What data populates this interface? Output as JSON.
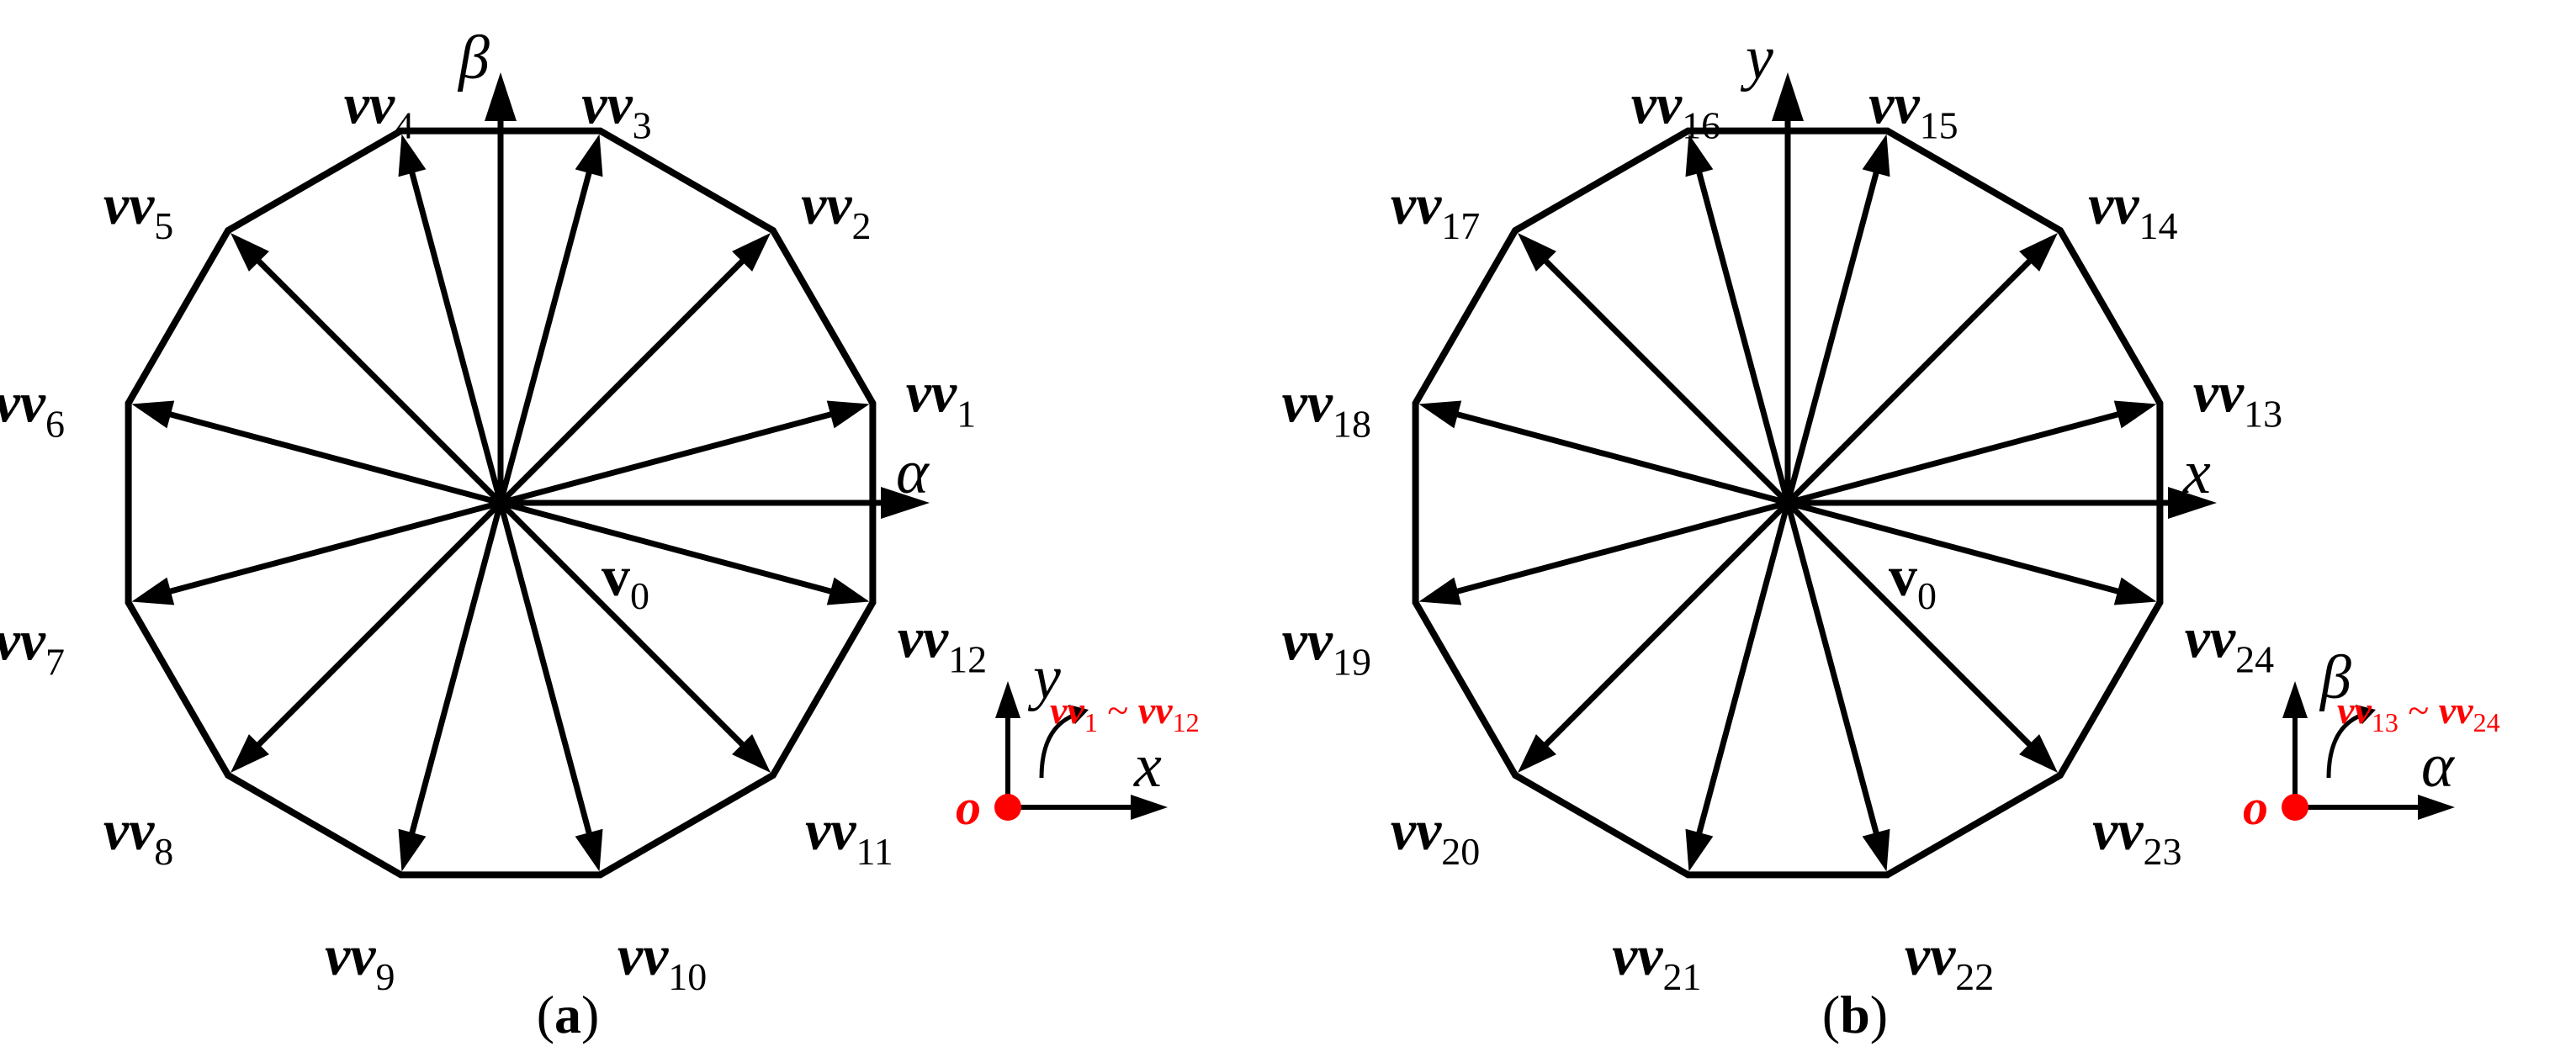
{
  "panels": [
    {
      "id": "a",
      "caption": "a",
      "vector_prefix": "vv",
      "vectors": [
        "1",
        "2",
        "3",
        "4",
        "5",
        "6",
        "7",
        "8",
        "9",
        "10",
        "11",
        "12"
      ],
      "zero_label": "v",
      "zero_sub": "0",
      "axis_h": "α",
      "axis_v": "β",
      "inset_axis_h": "x",
      "inset_axis_v": "y",
      "inset_origin": "o",
      "inset_range": {
        "from": "1",
        "to": "12",
        "tilde": "~"
      }
    },
    {
      "id": "b",
      "caption": "b",
      "vector_prefix": "vv",
      "vectors": [
        "13",
        "14",
        "15",
        "16",
        "17",
        "18",
        "19",
        "20",
        "21",
        "22",
        "23",
        "24"
      ],
      "zero_label": "v",
      "zero_sub": "0",
      "axis_h": "x",
      "axis_v": "y",
      "inset_axis_h": "α",
      "inset_axis_v": "β",
      "inset_origin": "o",
      "inset_range": {
        "from": "13",
        "to": "24",
        "tilde": "~"
      }
    }
  ],
  "colors": {
    "line": "#000000",
    "accent": "#ff0000"
  }
}
